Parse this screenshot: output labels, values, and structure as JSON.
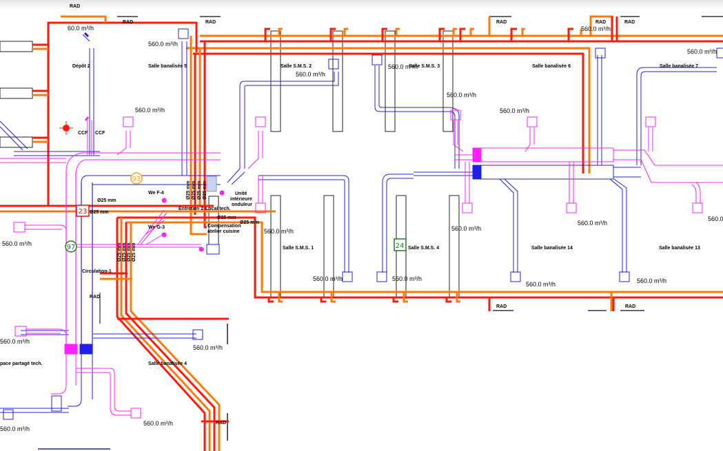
{
  "drawing": {
    "type": "HVAC floor plan (ventilation & heating)",
    "colors": {
      "supply_duct": "#1f1fe8",
      "extract_duct": "#ff1fff",
      "heating_flow": "#ff1a0a",
      "heating_return": "#ff7a0a",
      "wall": "#222222",
      "tag_orange": "#f5a623",
      "tag_red": "#e01010",
      "tag_green": "#1e7a1e"
    },
    "rooms": [
      "Dépôt 2",
      "Salle banalisée 5",
      "Salle S.M.S. 2",
      "Salle S.M.S. 3",
      "Salle banalisée 6",
      "Salle banalisée 7",
      "We F-4",
      "We G-3",
      "Entretien 2",
      "Local tech.",
      "Compensation",
      "atelier cuisine",
      "Unité",
      "intérieure",
      "onduleur",
      "Salle S.M.S. 1",
      "Salle S.M.S. 4",
      "Salle banalisée 14",
      "Salle banalisée 13",
      "Circulation-1",
      "pace partagé tech.",
      "Salle banalisée 4"
    ],
    "flow_rate": "560.0 m³/h",
    "flow_rate_small": "60.0 m³/h",
    "radiator_label": "RAD",
    "fire_damper_label": "CCF",
    "pipe_diameter": "Ø25 mm",
    "tags": {
      "tag_93": "93",
      "tag_23": "23",
      "tag_97": "97",
      "tag_24": "24"
    }
  }
}
